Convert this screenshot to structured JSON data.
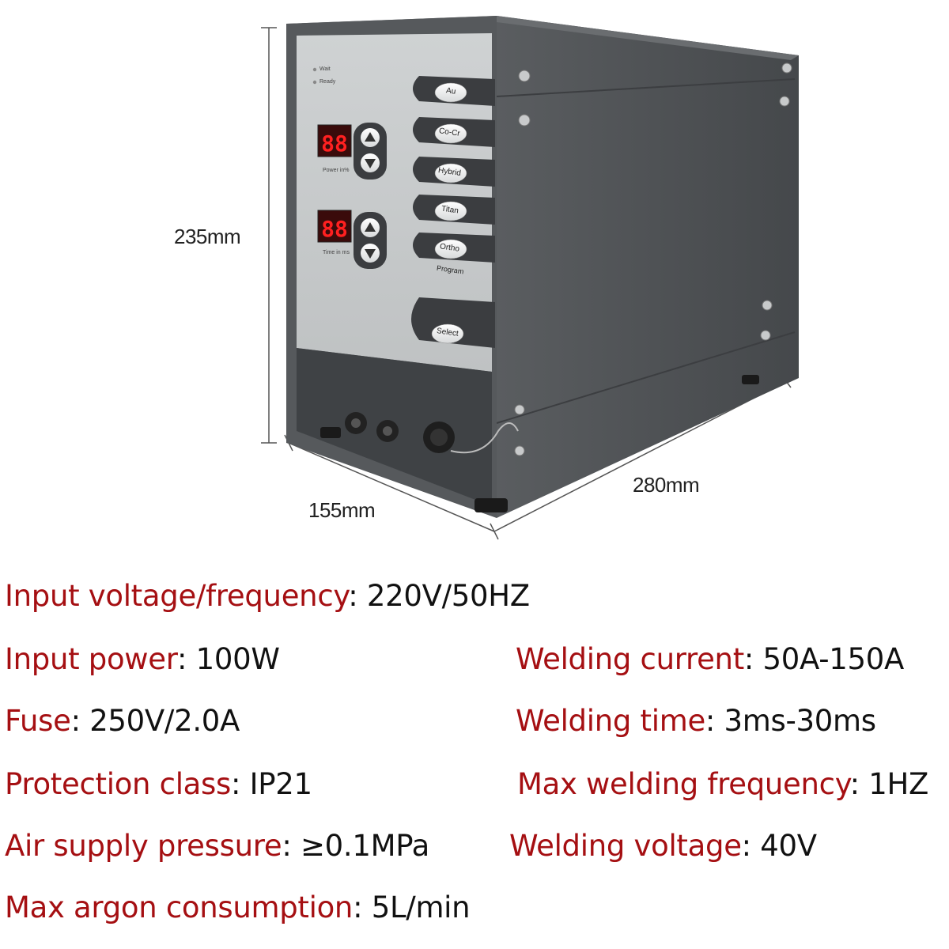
{
  "dimensions": {
    "height": "235mm",
    "width": "155mm",
    "depth": "280mm"
  },
  "panel": {
    "indicators": [
      "Wait",
      "Ready"
    ],
    "display_power_label": "Power in%",
    "display_time_label": "Time in ms",
    "program_buttons": [
      "Au",
      "Co-Cr",
      "Hybrid",
      "Titan",
      "Ortho"
    ],
    "program_label": "Program",
    "select_button": "Select",
    "power_readout": "88",
    "time_readout": "88"
  },
  "colors": {
    "label_red": "#a50f12",
    "value_black": "#111111",
    "housing": "#4f5255",
    "panel": "#c9cccd"
  },
  "specs": [
    {
      "label": "Input voltage/frequency",
      "value": ": 220V/50HZ"
    },
    {
      "label": "Input power",
      "value": ": 100W"
    },
    {
      "label": "Welding current",
      "value": ": 50A-150A"
    },
    {
      "label": "Fuse",
      "value": ": 250V/2.0A"
    },
    {
      "label": "Welding time",
      "value": ": 3ms-30ms"
    },
    {
      "label": "Protection class",
      "value": ": IP21"
    },
    {
      "label": "Max welding frequency",
      "value": ": 1HZ"
    },
    {
      "label": "Air supply pressure",
      "value": ": ≥0.1MPa"
    },
    {
      "label": "Welding voltage",
      "value": ": 40V"
    },
    {
      "label": "Max argon consumption",
      "value": ": 5L/min"
    }
  ]
}
